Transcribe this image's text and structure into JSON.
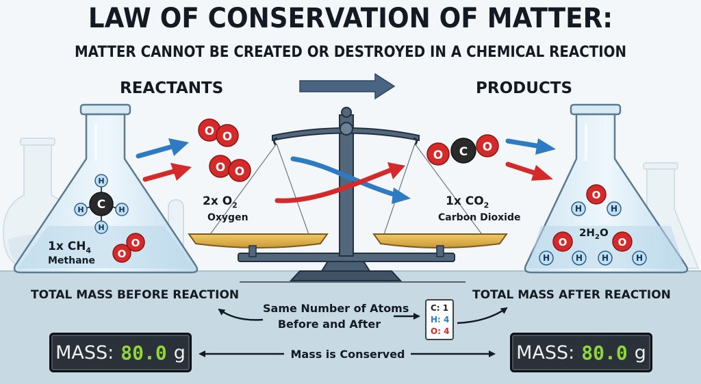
{
  "title": "LAW OF CONSERVATION OF MATTER:",
  "subtitle": "MATTER CANNOT BE CREATED OR DESTROYED IN A CHEMICAL REACTION",
  "reactants": {
    "heading": "REACTANTS",
    "methane": {
      "formula": "1x CH",
      "subscript": "4",
      "name": "Methane"
    },
    "oxygen": {
      "formula": "2x O",
      "subscript": "2",
      "name": "Oxygen"
    }
  },
  "products": {
    "heading": "PRODUCTS",
    "carbon_dioxide": {
      "formula": "1x CO",
      "subscript": "2",
      "name": "Carbon Dioxide"
    },
    "water": {
      "formula": "2H",
      "subscript": "2",
      "suffix": "O"
    }
  },
  "atoms": {
    "carbon": "C",
    "hydrogen": "H",
    "oxygen": "O"
  },
  "mass_before": {
    "heading": "TOTAL MASS BEFORE REACTION",
    "label": "MASS:",
    "value": "80.0",
    "unit": "g"
  },
  "mass_after": {
    "heading": "TOTAL MASS AFTER REACTION",
    "label": "MASS:",
    "value": "80.0",
    "unit": "g"
  },
  "center": {
    "same_atoms_line1": "Same Number of Atoms",
    "same_atoms_line2": "Before and After",
    "mass_conserved": "Mass is Conserved"
  },
  "atom_count": {
    "c": "C: 1",
    "h": "H: 4",
    "o": "O: 4"
  },
  "colors": {
    "oxygen": "#d52a2a",
    "hydrogen": "#bfe0f5",
    "carbon": "#2a2a2a",
    "arrow_blue": "#2e7bc4",
    "arrow_red": "#d52a2a",
    "lcd_green": "#8fd63a"
  }
}
